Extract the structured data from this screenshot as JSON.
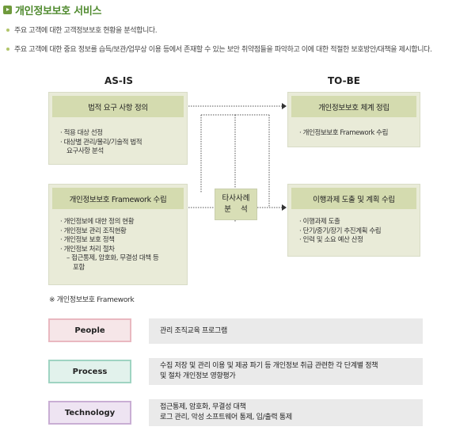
{
  "header": {
    "title": "개인정보보호 서비스",
    "bullets": [
      "주요 고객에 대한 고객정보보호 현황을 분석합니다.",
      "주요 고객에 대한 중요 정보를 습득/보관/업무상 이용 등에서 존재할 수 있는 보안 취약점들을 파악하고 이에 대한 적절한 보호방안/대책을 제시합니다."
    ]
  },
  "diagram": {
    "as_is_label": "AS-IS",
    "to_be_label": "TO-BE",
    "as_is_boxes": [
      {
        "title": "법적 요구 사항 정의",
        "items": [
          "· 적용 대상 선정",
          "· 대상별 관리/물리/기술적 법적",
          "  요구사항 분석"
        ]
      },
      {
        "title": "개인정보보호 Framework 수립",
        "items": [
          "· 개인정보에 대한 정의 현황",
          "· 개인정보 관리 조직현황",
          "· 개인정보 보호 정책",
          "· 개인정보 처리 절차",
          "  – 접근통제, 암호화, 무결성 대책 등",
          "     포함"
        ]
      }
    ],
    "center": {
      "line1": "타사사례",
      "line2": "분    석"
    },
    "to_be_boxes": [
      {
        "title": "개인정보보호 체계 정립",
        "items": [
          "· 개인정보보호 Framework 수립"
        ]
      },
      {
        "title": "이행과제 도출 및 계획 수립",
        "items": [
          "· 이행과제 도출",
          "· 단기/중기/장기 추진계획 수립",
          "· 인력 및 소요 예산 산정"
        ]
      }
    ]
  },
  "framework": {
    "note": "※ 개인정보보호 Framework",
    "rows": [
      {
        "label": "People",
        "desc": [
          "관리 조직교육 프로그램"
        ],
        "color": "#e9b8c0"
      },
      {
        "label": "Process",
        "desc": [
          "수집 저장 및 관리 이용 및 제공 파기 등 개인정보 취급 관련한 각 단계별 정책",
          "및 절차 개인정보 영향평가"
        ],
        "color": "#9fd4c2"
      },
      {
        "label": "Technology",
        "desc": [
          "접근통제, 암호화, 무결성 대책",
          "로그 관리, 악성 소프트웨어 통제, 입/출력 통제"
        ],
        "color": "#c9aed4"
      }
    ]
  },
  "colors": {
    "title_green": "#4f8a2e",
    "box_bg": "#e9ebd8",
    "box_title_bg": "#d4dbaf",
    "desc_bg": "#eaeaea"
  }
}
